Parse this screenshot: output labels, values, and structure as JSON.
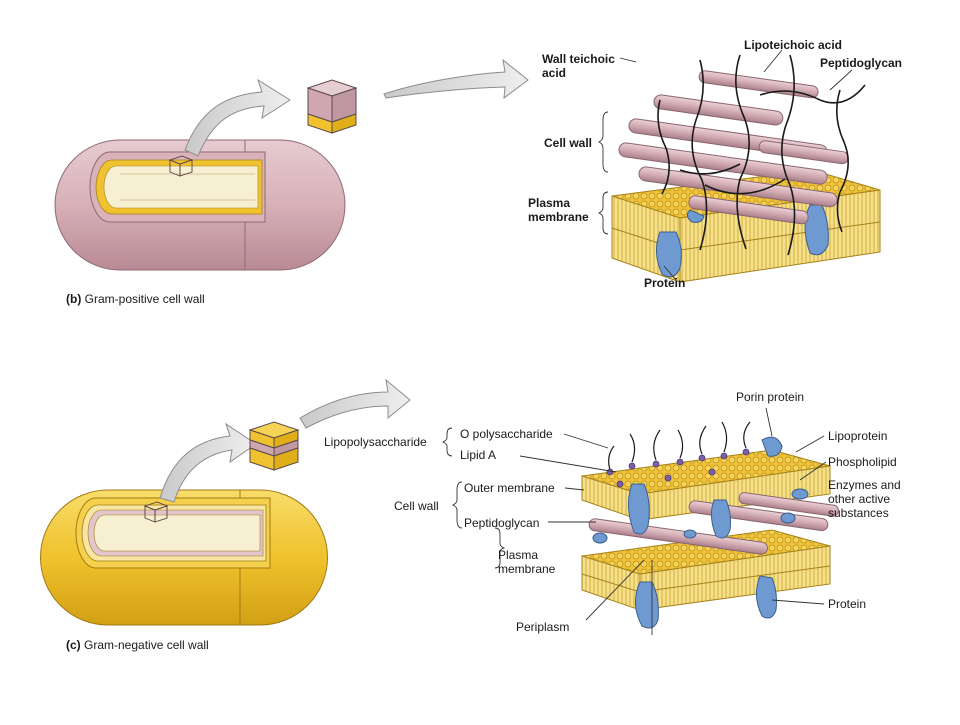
{
  "gram_positive": {
    "caption_tag": "(b)",
    "caption_text": "Gram-positive cell wall",
    "labels": {
      "wall_teichoic_acid": "Wall teichoic acid",
      "lipoteichoic_acid": "Lipoteichoic acid",
      "peptidoglycan": "Peptidoglycan",
      "cell_wall": "Cell wall",
      "plasma_membrane": "Plasma membrane",
      "protein": "Protein"
    },
    "colors": {
      "cell": "#d9b4bb",
      "cell_dark": "#b98a93",
      "layer": "#f0c230"
    }
  },
  "gram_negative": {
    "caption_tag": "(c)",
    "caption_text": "Gram-negative cell wall",
    "labels": {
      "lipopolysaccharide": "Lipopolysaccharide",
      "o_polysaccharide": "O polysaccharide",
      "lipid_a": "Lipid A",
      "cell_wall": "Cell wall",
      "outer_membrane": "Outer membrane",
      "peptidoglycan": "Peptidoglycan",
      "plasma_membrane": "Plasma membrane",
      "periplasm": "Periplasm",
      "porin_protein": "Porin protein",
      "lipoprotein": "Lipoprotein",
      "phospholipid": "Phospholipid",
      "enzymes": "Enzymes and other active substances",
      "protein": "Protein"
    },
    "colors": {
      "cell": "#f2c82e",
      "cell_dark": "#d6a41a",
      "protein": "#6f9ad1",
      "lps": "#7a5fa8"
    }
  }
}
